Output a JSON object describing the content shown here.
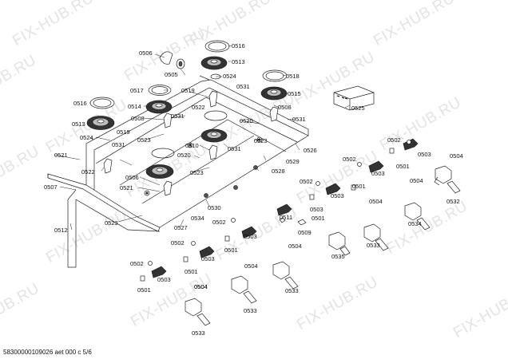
{
  "watermark": "FIX-HUB.RU",
  "footer": "58300000109026 aet 000 c 5/6",
  "callouts": [
    "0506",
    "0516",
    "0513",
    "0505",
    "0524",
    "0518",
    "0517",
    "0519",
    "0531",
    "0515",
    "0516",
    "0514",
    "0522",
    "0508",
    "0525",
    "0513",
    "0508",
    "0531",
    "0520",
    "0531",
    "0519",
    "0523",
    "0510",
    "0531",
    "0523",
    "0526",
    "0524",
    "0531",
    "0521",
    "0520",
    "0529",
    "0522",
    "0523",
    "0528",
    "0506",
    "0502",
    "0507",
    "0521",
    "0502",
    "0503",
    "0504",
    "0501",
    "0503",
    "0512",
    "0523",
    "0534",
    "0502",
    "0503",
    "0501",
    "0504",
    "0532",
    "0527",
    "0530",
    "0511",
    "0503",
    "0501",
    "0534",
    "0502",
    "0503",
    "0509",
    "0504",
    "0502",
    "0501",
    "0504",
    "0535",
    "0533",
    "0503",
    "0501",
    "0504",
    "0502",
    "0504",
    "0503",
    "0533",
    "0501",
    "0504",
    "0533",
    "0533"
  ]
}
